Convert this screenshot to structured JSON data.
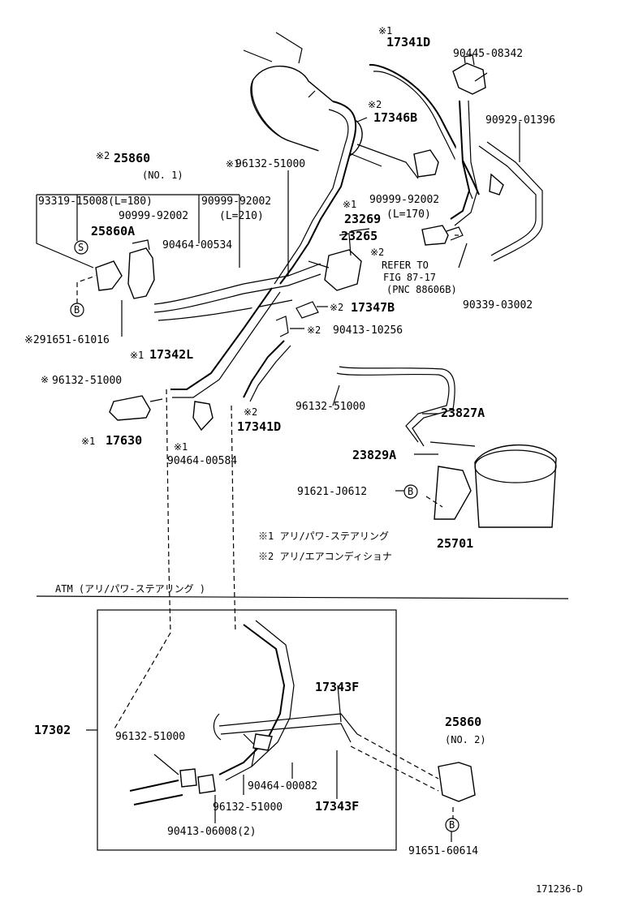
{
  "labels": {
    "p17341D_top": "17341D",
    "p17341D_top_mark": "※1",
    "p90445": "90445-08342",
    "p17346B": "17346B",
    "p17346B_mark": "※2",
    "p90929": "90929-01396",
    "p25860_mark": "※2",
    "p25860": "25860",
    "p25860_no1": "(NO. 1)",
    "p96132_a": "96132-51000",
    "p96132_a_mark": "※1",
    "p93319": "93319-15008(L=180)",
    "p90999_a": "90999-92002",
    "p90999_b": "90999-92002",
    "p90999_b_len": "(L=210)",
    "p90999_c": "90999-92002",
    "p90999_c_len": "(L=170)",
    "p23269_mark": "※1",
    "p23269": "23269",
    "p25860A": "25860A",
    "p23265": "23265",
    "p90464_a": "90464-00534",
    "p_refer_mark": "※2",
    "p_refer1": "REFER TO",
    "p_refer2": "FIG 87-17",
    "p_refer3": "(PNC 88606B)",
    "p90339": "90339-03002",
    "p17347B_mark": "※2",
    "p17347B": "17347B",
    "p90413_a_mark": "※2",
    "p90413_a": "90413-10256",
    "p91651_a": "※291651-61016",
    "p17342L_mark": "※1",
    "p17342L": "17342L",
    "p96132_b_mark": "※",
    "p96132_b": "96132-51000",
    "p96132_c": "96132-51000",
    "p23827A": "23827A",
    "p17341D_mid_mark": "※2",
    "p17341D_mid": "17341D",
    "p17630_mark": "※1",
    "p17630": "17630",
    "p90464_b_mark": "※1",
    "p90464_b": "90464-00584",
    "p23829A": "23829A",
    "p91621": "91621-J0612",
    "p25701": "25701",
    "note1": "※1 アリ/パワ-ステアリング",
    "note2": "※2 アリ/エアコンディショナ",
    "atm": "ATM (アリ/パワ-ステアリング )",
    "p17343F_top": "17343F",
    "p17302": "17302",
    "p96132_d": "96132-51000",
    "p90464_c": "90464-00082",
    "p96132_e": "96132-51000",
    "p17343F_bot": "17343F",
    "p90413_b": "90413-06008(2)",
    "p25860_b": "25860",
    "p25860_no2": "(NO. 2)",
    "p91651_b": "91651-60614",
    "ref_S": "S",
    "ref_B1": "B",
    "ref_B2": "B",
    "ref_B3": "B",
    "fig_id": "171236-D"
  }
}
